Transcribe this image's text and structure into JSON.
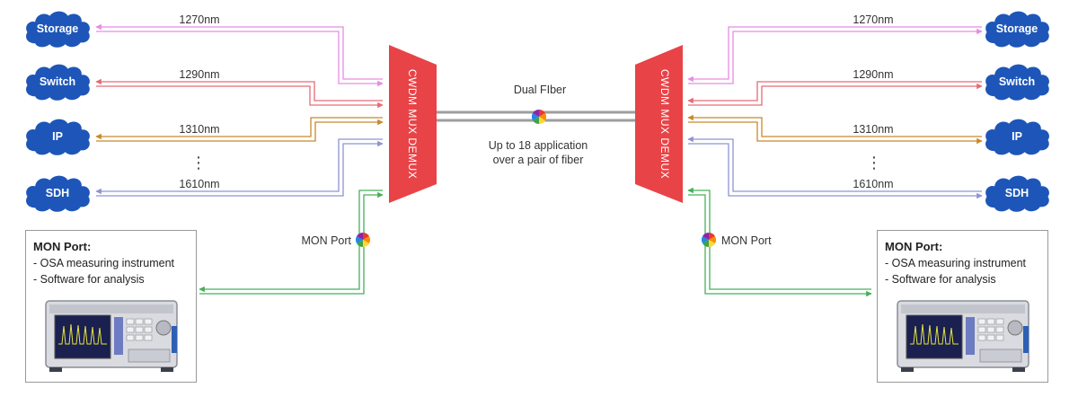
{
  "colors": {
    "cloud": "#1d56b8",
    "mux": "#e84347",
    "fiber": "#9e9e9e",
    "ch1270": "#e78ce2",
    "ch1290": "#e56b77",
    "ch1310": "#c8892c",
    "ch1610": "#8e93d4",
    "mon": "#46b05a"
  },
  "left": {
    "clouds": [
      "Storage",
      "Switch",
      "IP",
      "SDH"
    ],
    "wavelengths": [
      "1270nm",
      "1290nm",
      "1310nm",
      "1610nm"
    ],
    "mux_label": "CWDM MUX DEMUX",
    "mon_label": "MON Port"
  },
  "right": {
    "clouds": [
      "Storage",
      "Switch",
      "IP",
      "SDH"
    ],
    "wavelengths": [
      "1270nm",
      "1290nm",
      "1310nm",
      "1610nm"
    ],
    "mux_label": "CWDM MUX DEMUX",
    "mon_label": "MON Port"
  },
  "center": {
    "fiber_label": "Dual FIber",
    "note_line1": "Up to 18 application",
    "note_line2": "over a pair of fiber"
  },
  "ellipsis": "⋮",
  "mon_panel": {
    "title": "MON Port:",
    "line1": "- OSA measuring instrument",
    "line2": "- Software for analysis",
    "device_icon": "osa-instrument-icon"
  }
}
